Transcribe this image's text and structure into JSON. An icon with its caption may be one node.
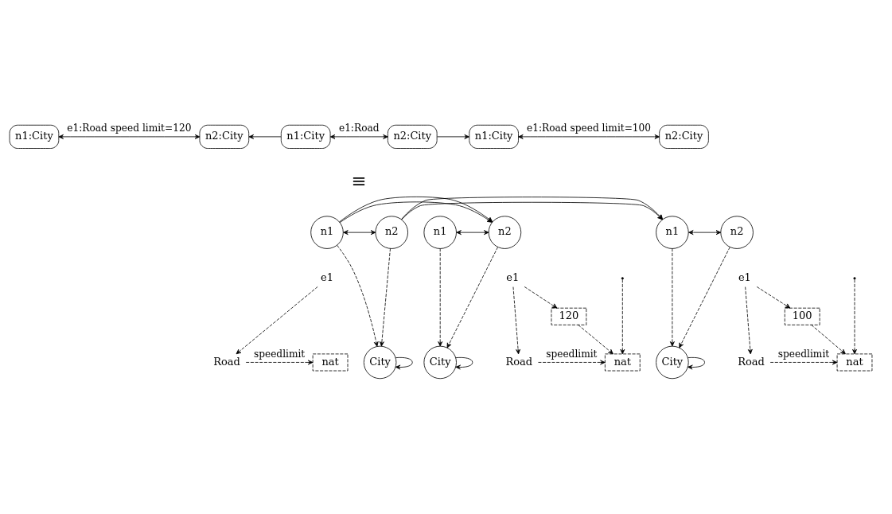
{
  "diagram": {
    "nodes": [
      {
        "text": [
          "n1:City"
        ]
      },
      {
        "text": [
          "n2:City"
        ]
      },
      {
        "text": [
          "n1:City"
        ]
      },
      {
        "text": [
          "n2:City"
        ]
      },
      {
        "text": [
          "n1:City"
        ]
      },
      {
        "text": [
          "n2:City"
        ]
      },
      {
        "text": [
          "n1"
        ]
      },
      {
        "text": [
          "e1"
        ]
      },
      {
        "text": [
          "n2"
        ]
      },
      {
        "text": [
          "120"
        ]
      },
      {
        "text": [
          "City"
        ]
      },
      {
        "text": [
          "Road"
        ]
      },
      {
        "text": [
          "nat"
        ]
      },
      {
        "text": [
          "n1"
        ]
      },
      {
        "text": [
          "e1"
        ]
      },
      {
        "text": [
          "n2"
        ]
      },
      {
        "text": [
          "City"
        ]
      },
      {
        "text": [
          "Road"
        ]
      },
      {
        "text": [
          "nat"
        ]
      },
      {
        "text": [
          "n1"
        ]
      },
      {
        "text": [
          "e1"
        ]
      },
      {
        "text": [
          "n2"
        ]
      },
      {
        "text": [
          "100"
        ]
      },
      {
        "text": [
          "City"
        ]
      },
      {
        "text": [
          "Road"
        ]
      },
      {
        "text": [
          "nat"
        ]
      }
    ],
    "edges": [
      {
        "from": 0,
        "to": 1,
        "arrow": "both",
        "label": "e1:Road speed limit=120"
      },
      {
        "from": 2,
        "to": 1,
        "arrow": "to"
      },
      {
        "from": 2,
        "to": 3,
        "arrow": "both",
        "label": "e1:Road"
      },
      {
        "from": 3,
        "to": 4,
        "arrow": "to"
      },
      {
        "from": 4,
        "to": 5,
        "arrow": "both",
        "label": "e1:Road speed limit=100"
      },
      {
        "from": 6,
        "to": 8,
        "arrow": "both"
      },
      {
        "from": 10,
        "to": 10,
        "arrow": "to"
      },
      {
        "from": 6,
        "to": 10,
        "arrow": "to",
        "style": "dashed"
      },
      {
        "from": 8,
        "to": 10,
        "arrow": "to",
        "style": "dashed"
      },
      {
        "from": 7,
        "to": 9,
        "arrow": "to",
        "style": "dashed"
      },
      {
        "from": 7,
        "to": 11,
        "arrow": "to",
        "style": "dashed"
      },
      {
        "from": null,
        "to": 12,
        "arrow": "to",
        "style": "dashed"
      },
      {
        "from": 9,
        "to": 12,
        "arrow": "to",
        "style": "dashed"
      },
      {
        "from": 11,
        "to": 12,
        "arrow": "to",
        "style": "dashed",
        "label": "speedlimit"
      },
      {
        "from": 13,
        "to": 8,
        "arrow": "to"
      },
      {
        "from": 13,
        "to": 15,
        "arrow": "both"
      },
      {
        "from": 16,
        "to": 16,
        "arrow": "to"
      },
      {
        "from": 13,
        "to": 16,
        "arrow": "to",
        "style": "dashed"
      },
      {
        "from": 15,
        "to": 16,
        "arrow": "to",
        "style": "dashed"
      },
      {
        "from": 14,
        "to": 17,
        "arrow": "to",
        "style": "dashed"
      },
      {
        "from": 17,
        "to": 18,
        "arrow": "to",
        "style": "dashed",
        "label": "speedlimit"
      },
      {
        "from": 15,
        "to": 19,
        "arrow": "to"
      },
      {
        "from": 19,
        "to": 21,
        "arrow": "both"
      },
      {
        "from": 23,
        "to": 23,
        "arrow": "to"
      },
      {
        "from": 19,
        "to": 23,
        "arrow": "to",
        "style": "dashed"
      },
      {
        "from": 21,
        "to": 23,
        "arrow": "to",
        "style": "dashed"
      },
      {
        "from": 20,
        "to": 22,
        "arrow": "to",
        "style": "dashed"
      },
      {
        "from": 20,
        "to": 24,
        "arrow": "to",
        "style": "dashed"
      },
      {
        "from": null,
        "to": 25,
        "arrow": "to",
        "style": "dashed"
      },
      {
        "from": 22,
        "to": 25,
        "arrow": "to",
        "style": "dashed"
      },
      {
        "from": 24,
        "to": 25,
        "arrow": "to",
        "style": "dashed",
        "label": "speedlimit"
      }
    ],
    "labels": [
      "≡"
    ]
  }
}
